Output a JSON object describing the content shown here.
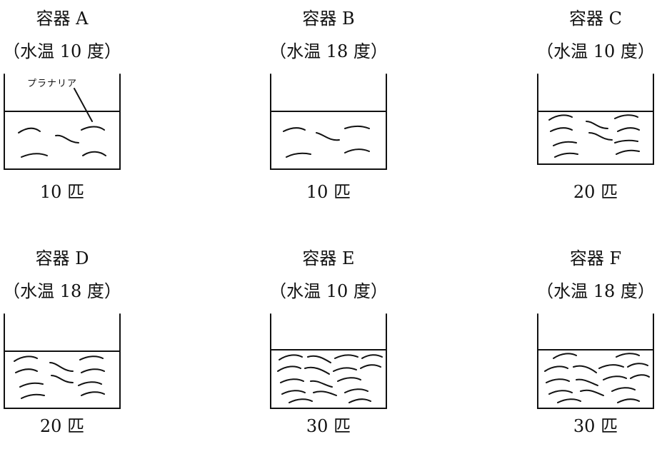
{
  "containers": [
    {
      "label": "容器 A",
      "temperature": "（水温 10 度）",
      "count": "10 匹",
      "annotation": "プラナリア"
    },
    {
      "label": "容器 B",
      "temperature": "（水温 18 度）",
      "count": "10 匹"
    },
    {
      "label": "容器 C",
      "temperature": "（水温 10 度）",
      "count": "20 匹"
    },
    {
      "label": "容器 D",
      "temperature": "（水温 18 度）",
      "count": "20 匹"
    },
    {
      "label": "容器 E",
      "temperature": "（水温 10 度）",
      "count": "30 匹"
    },
    {
      "label": "容器 F",
      "temperature": "（水温 18 度）",
      "count": "30 匹"
    }
  ]
}
